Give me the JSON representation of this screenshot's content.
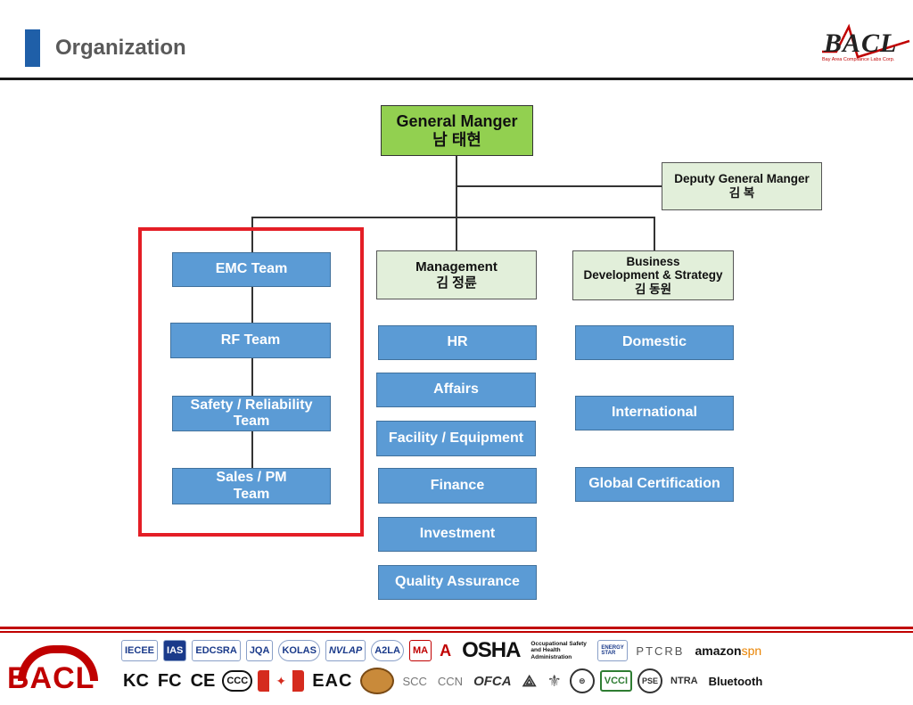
{
  "header": {
    "title": "Organization",
    "logo": {
      "text": "BACL",
      "tagline": "Bay Area Compliance Labs Corp."
    }
  },
  "org_chart": {
    "general_manager": {
      "title": "General Manger",
      "name": "남 태현"
    },
    "deputy": {
      "title": "Deputy General Manger",
      "name": "김 복"
    },
    "management": {
      "title": "Management",
      "name": "김 정륜",
      "units": [
        "HR",
        "Affairs",
        "Facility / Equipment",
        "Finance",
        "Investment",
        "Quality Assurance"
      ]
    },
    "business": {
      "title_line1": "Business",
      "title_line2": "Development & Strategy",
      "name": "김 동원",
      "units": [
        "Domestic",
        "International",
        "Global Certification"
      ]
    },
    "teams": [
      {
        "line1": "EMC Team",
        "line2": ""
      },
      {
        "line1": "RF Team",
        "line2": ""
      },
      {
        "line1": "Safety / Reliability",
        "line2": "Team"
      },
      {
        "line1": "Sales / PM",
        "line2": "Team"
      }
    ],
    "colors": {
      "top_box": "#92d050",
      "light_box": "#e2efda",
      "unit_box": "#5b9bd5",
      "highlight": "#e41e26"
    }
  },
  "footer": {
    "logo_text": "BACL",
    "certifications_row1": [
      "IECEE",
      "IAS",
      "EDCSRA",
      "JQA",
      "KOLAS",
      "NVLAP",
      "A2LA",
      "MA",
      "A",
      "OSHA",
      "Occupational Safety and Health Administration",
      "ENERGY STAR",
      "PTCRB",
      "amazon",
      "spn"
    ],
    "certifications_row2": [
      "KC",
      "FC",
      "CE",
      "CCC",
      "EAC",
      "SCC",
      "CCN",
      "OFCA",
      "VCCI",
      "PSE",
      "NTRA",
      "Bluetooth"
    ]
  }
}
